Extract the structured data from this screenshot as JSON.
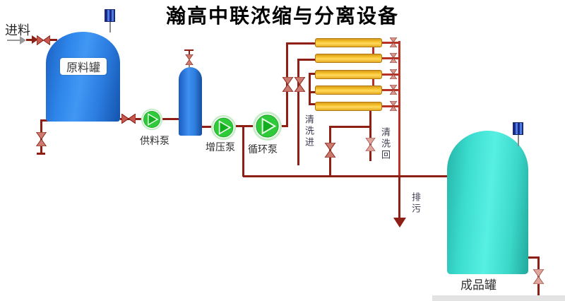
{
  "title": "瀚高中联浓缩与分离设备",
  "labels": {
    "feed": "进料",
    "raw_tank": "原料罐",
    "feed_pump": "供料泵",
    "booster_pump": "增压泵",
    "circulation_pump": "循环泵",
    "cleaning_inlet": "清洗进",
    "cleaning_return": "清洗回",
    "drain": "排污",
    "product_tank": "成品罐"
  },
  "membrane_modules": {
    "count": 5
  },
  "colors": {
    "pipe_maroon": "#8e1f14",
    "pipe_bright_red": "#b93226",
    "raw_tank_blue": "#2f86ea",
    "product_tank_cyan": "#3bdccf",
    "membrane_yellow": "#f6c32e",
    "pump_green": "#2fca3a",
    "valve_pink": "#cc7a70"
  }
}
